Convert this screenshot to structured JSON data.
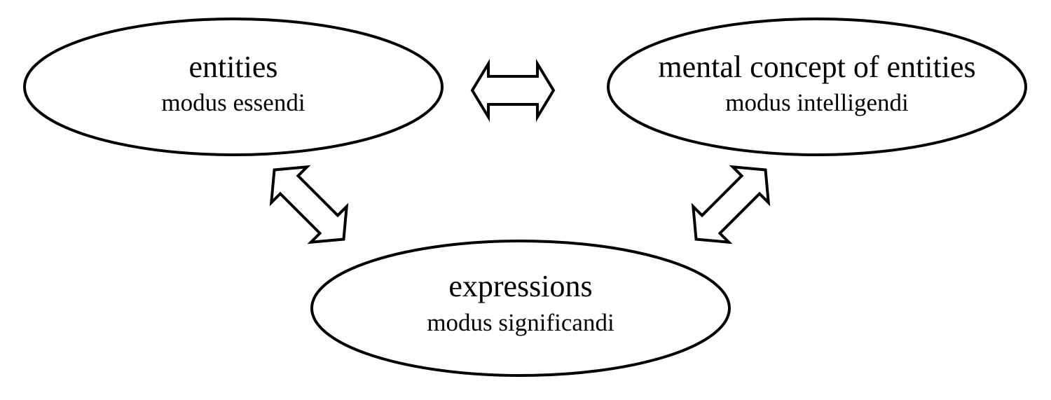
{
  "nodes": {
    "entities": {
      "title": "entities",
      "subtitle": "modus essendi"
    },
    "mental": {
      "title": "mental concept of entities",
      "subtitle": "modus intelligendi"
    },
    "expressions": {
      "title": "expressions",
      "subtitle": "modus significandi"
    }
  },
  "colors": {
    "stroke": "#000000",
    "fill": "#ffffff"
  },
  "icons": {
    "connector": "double-headed-arrow-icon"
  }
}
